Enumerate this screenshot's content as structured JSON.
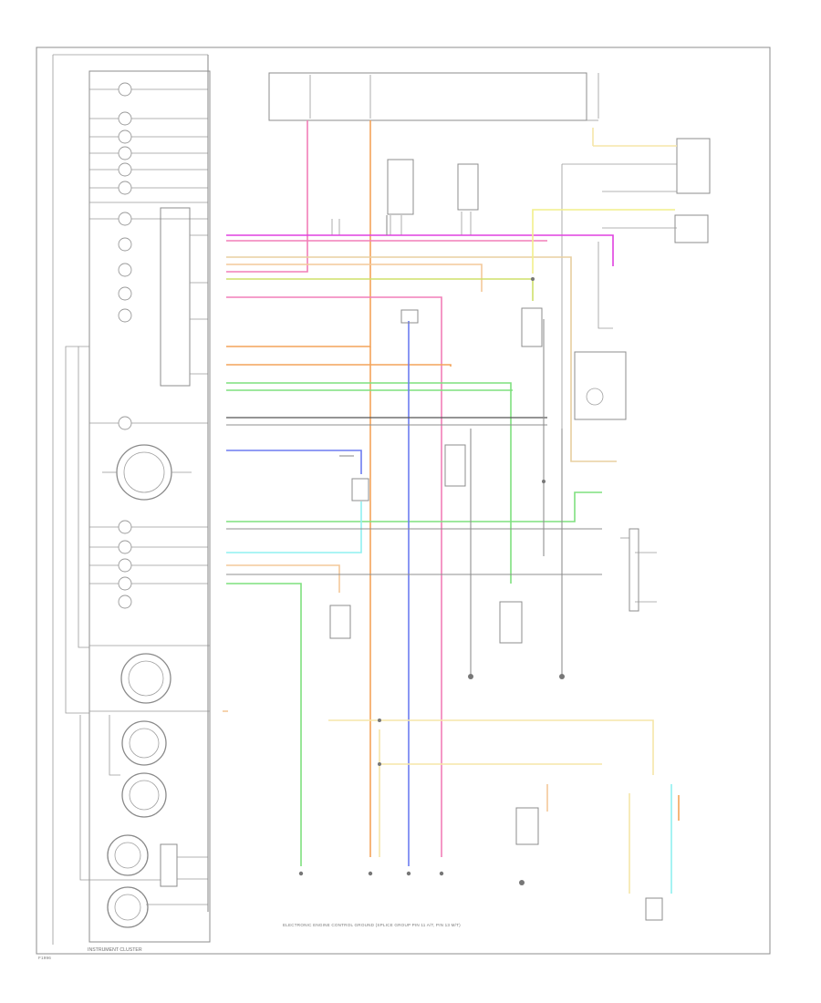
{
  "diagram": {
    "footer_left": "F1996",
    "cluster_label": "INSTRUMENT CLUSTER",
    "ground_caption": "ELECTRONIC ENGINE CONTROL GROUND (SPLICE GROUP PIN 11 A/T, PIN 13 M/T)",
    "colors": {
      "pink": "#f27fb8",
      "magenta": "#e040e0",
      "orange": "#f4a35a",
      "yellow": "#f2ef8a",
      "light_yellow": "#f5e6a8",
      "green": "#7ee07e",
      "blue": "#6d7cf0",
      "cyan": "#8ff0f0",
      "tan": "#e8cfa0",
      "peach": "#f3c89a",
      "olive": "#cfe06a",
      "grey": "#8f8f8f"
    }
  }
}
